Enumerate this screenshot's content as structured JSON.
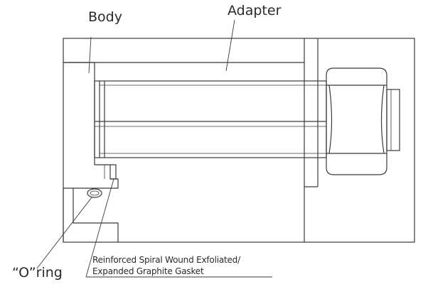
{
  "labels": {
    "body": "Body",
    "adapter": "Adapter",
    "oring": "“O”ring",
    "gasket_line1": "Reinforced Spiral Wound Exfoliated/",
    "gasket_line2": "Expanded Graphite Gasket"
  },
  "colors": {
    "line": "#3a3a3a",
    "background": "#ffffff"
  }
}
